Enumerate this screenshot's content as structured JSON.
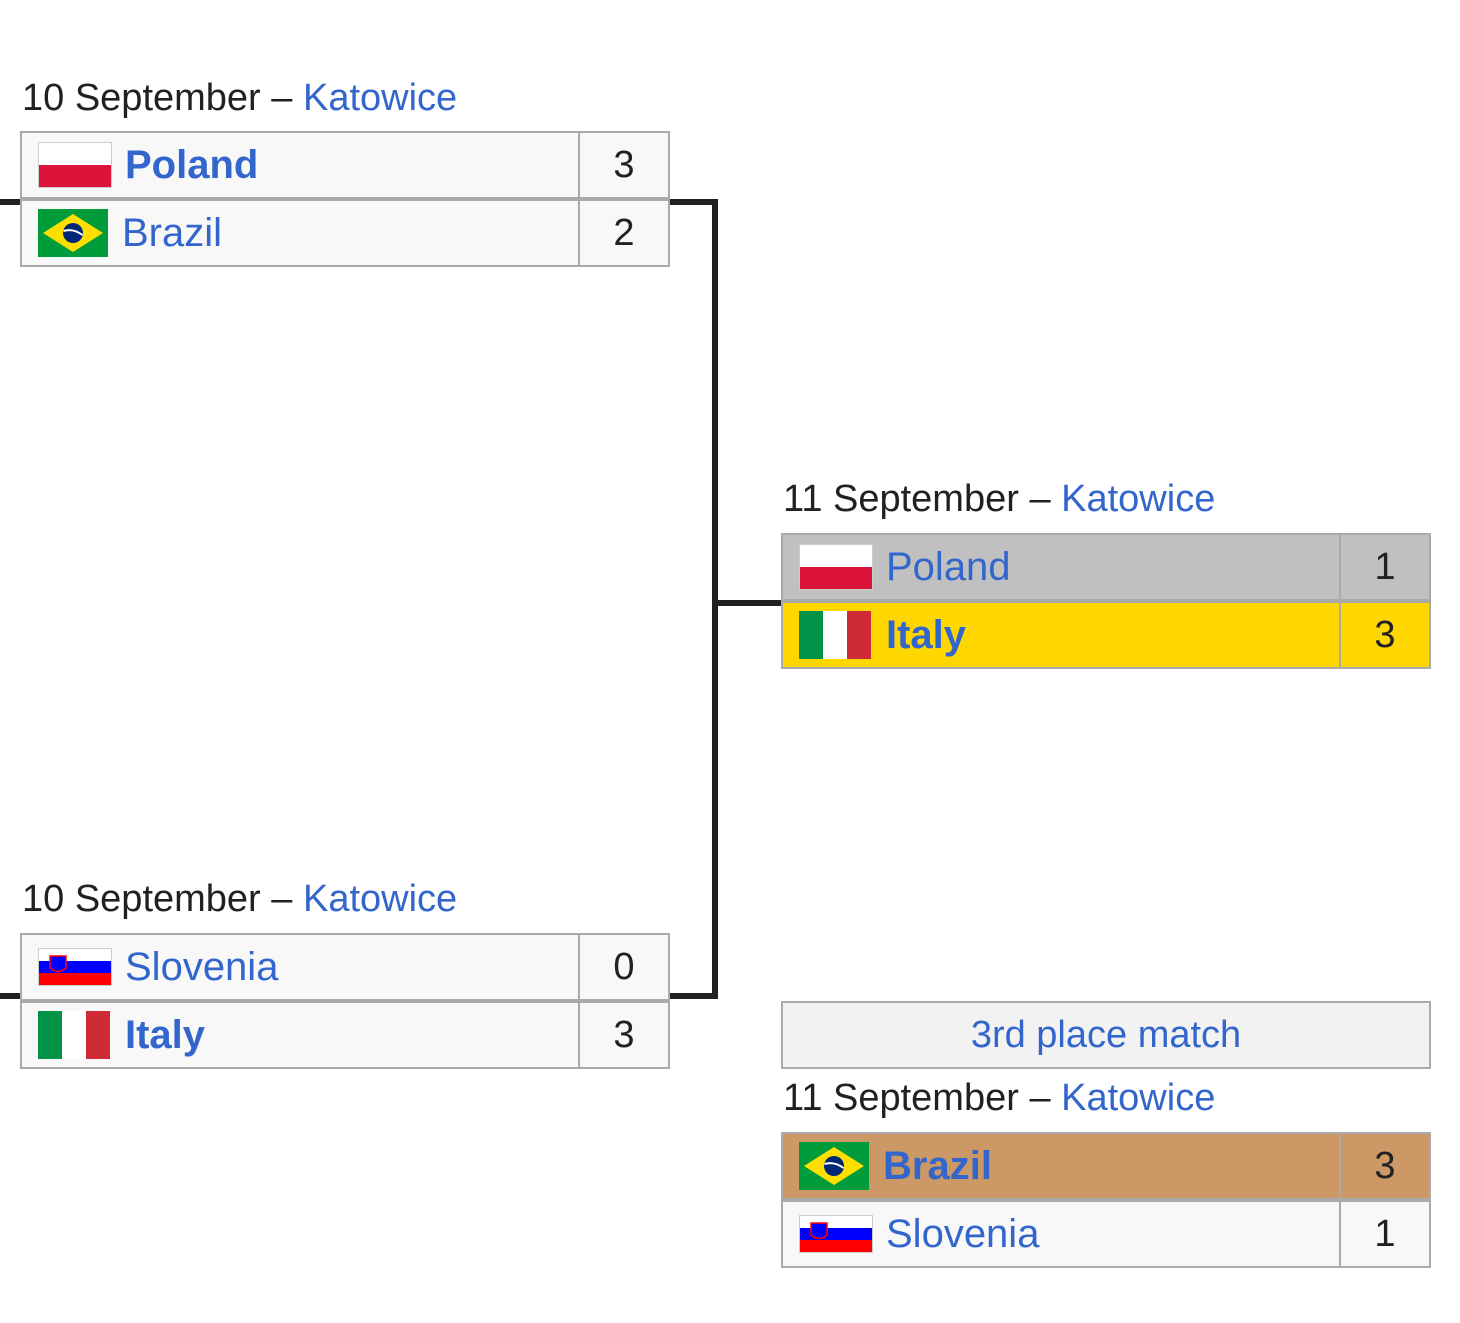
{
  "semifinal_1": {
    "date": "10 September",
    "separator": " – ",
    "venue": "Katowice",
    "team_1": {
      "name": "Poland",
      "score": "3",
      "flag": "poland-flag-icon"
    },
    "team_2": {
      "name": "Brazil",
      "score": "2",
      "flag": "brazil-flag-icon"
    }
  },
  "semifinal_2": {
    "date": "10 September",
    "separator": " – ",
    "venue": "Katowice",
    "team_1": {
      "name": "Slovenia",
      "score": "0",
      "flag": "slovenia-flag-icon"
    },
    "team_2": {
      "name": "Italy",
      "score": "3",
      "flag": "italy-flag-icon"
    }
  },
  "final": {
    "date": "11 September",
    "separator": " – ",
    "venue": "Katowice",
    "team_1": {
      "name": "Poland",
      "score": "1",
      "flag": "poland-flag-icon"
    },
    "team_2": {
      "name": "Italy",
      "score": "3",
      "flag": "italy-flag-icon"
    }
  },
  "third_place": {
    "label": "3rd place match",
    "date": "11 September",
    "separator": " – ",
    "venue": "Katowice",
    "team_1": {
      "name": "Brazil",
      "score": "3",
      "flag": "brazil-flag-icon"
    },
    "team_2": {
      "name": "Slovenia",
      "score": "1",
      "flag": "slovenia-flag-icon"
    }
  },
  "colors": {
    "gold": "#ffd700",
    "silver": "#c0c0c0",
    "bronze": "#cc9966",
    "link": "#3366cc",
    "border": "#aaaaaa",
    "cell_bg": "#f8f8f8"
  }
}
